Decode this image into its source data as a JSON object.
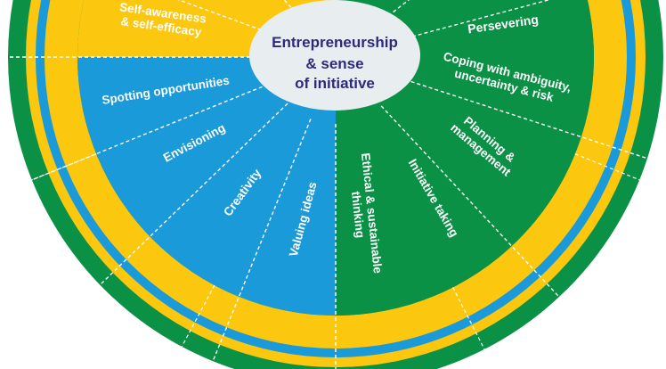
{
  "center": {
    "lines": [
      "Entrepreneurship",
      "& sense",
      "of initiative"
    ]
  },
  "colors": {
    "green": "#0a9146",
    "blue": "#1a9ad9",
    "yellow": "#fbc70f",
    "center_fill": "#e8eef0",
    "center_text": "#2e2a7a",
    "divider": "#ffffff"
  },
  "segments": [
    {
      "id": "self-awareness",
      "lines": [
        "Self-awareness",
        "& self-efficacy"
      ],
      "color": "yellow"
    },
    {
      "id": "persevering",
      "lines": [
        "Persevering"
      ],
      "color": "green"
    },
    {
      "id": "coping",
      "lines": [
        "Coping with ambiguity,",
        "uncertainty & risk"
      ],
      "color": "green"
    },
    {
      "id": "planning",
      "lines": [
        "Planning &",
        "management"
      ],
      "color": "green"
    },
    {
      "id": "initiative-taking",
      "lines": [
        "Initiative taking"
      ],
      "color": "green"
    },
    {
      "id": "ethical-thinking",
      "lines": [
        "Ethical & sustainable",
        "thinking"
      ],
      "color": "blue"
    },
    {
      "id": "valuing-ideas",
      "lines": [
        "Valuing ideas"
      ],
      "color": "blue"
    },
    {
      "id": "creativity",
      "lines": [
        "Creativity"
      ],
      "color": "blue"
    },
    {
      "id": "envisioning",
      "lines": [
        "Envisioning"
      ],
      "color": "blue"
    },
    {
      "id": "spotting-opportunities",
      "lines": [
        "Spotting opportunities"
      ],
      "color": "blue"
    }
  ]
}
